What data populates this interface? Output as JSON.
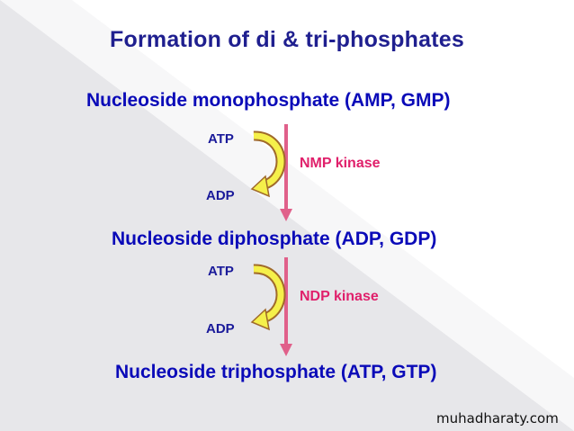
{
  "title": "Formation of di & tri-phosphates",
  "steps": [
    "Nucleoside monophosphate (AMP, GMP)",
    "Nucleoside diphosphate (ADP, GDP)",
    "Nucleoside triphosphate (ATP, GTP)"
  ],
  "reactions": [
    {
      "input": "ATP",
      "output": "ADP",
      "enzyme": "NMP kinase"
    },
    {
      "input": "ATP",
      "output": "ADP",
      "enzyme": "NDP kinase"
    }
  ],
  "watermark": "muhadharaty.com",
  "colors": {
    "title": "#1f1f8f",
    "compound": "#0a0ab8",
    "enzyme": "#e0206b",
    "main_arrow": "#e0608a",
    "curved_arrow_fill": "#f5f04a",
    "curved_arrow_stroke": "#a06a2a",
    "background_shade": "#e3e3e6"
  }
}
